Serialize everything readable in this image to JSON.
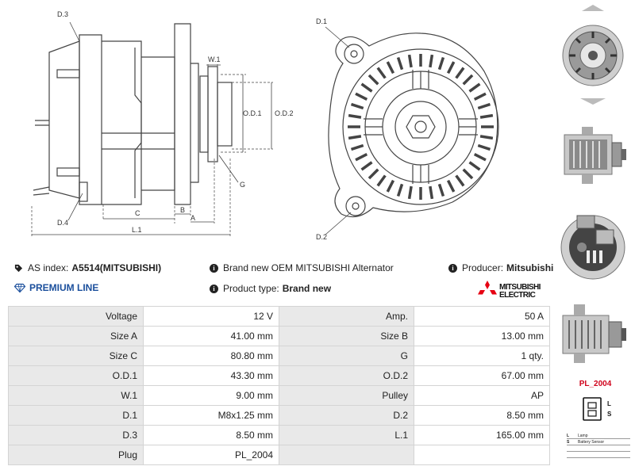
{
  "drawing": {
    "side_labels": {
      "d3": "D.3",
      "d4": "D.4",
      "w1": "W.1",
      "od1": "O.D.1",
      "od2": "O.D.2",
      "g": "G",
      "c": "C",
      "b": "B",
      "a": "A",
      "l1": "L.1"
    },
    "front_labels": {
      "d1": "D.1",
      "d2": "D.2"
    }
  },
  "info": {
    "as_index_label": "AS index:",
    "as_index_value": "A5514(MITSUBISHI)",
    "description": "Brand new OEM MITSUBISHI Alternator",
    "producer_label": "Producer:",
    "producer_value": "Mitsubishi",
    "premium_line": "PREMIUM LINE",
    "product_type_label": "Product type:",
    "product_type_value": "Brand new"
  },
  "logo": {
    "line1": "MITSUBISHI",
    "line2": "ELECTRIC",
    "color": "#e60012"
  },
  "specs": [
    [
      "Voltage",
      "12 V",
      "Amp.",
      "50 A"
    ],
    [
      "Size A",
      "41.00 mm",
      "Size B",
      "13.00 mm"
    ],
    [
      "Size C",
      "80.80 mm",
      "G",
      "1 qty."
    ],
    [
      "O.D.1",
      "43.30 mm",
      "O.D.2",
      "67.00 mm"
    ],
    [
      "W.1",
      "9.00 mm",
      "Pulley",
      "AP"
    ],
    [
      "D.1",
      "M8x1.25 mm",
      "D.2",
      "8.50 mm"
    ],
    [
      "D.3",
      "8.50 mm",
      "L.1",
      "165.00 mm"
    ],
    [
      "Plug",
      "PL_2004",
      "",
      ""
    ]
  ],
  "plug": {
    "label": "PL_2004",
    "pin_l": "L",
    "pin_s": "S",
    "legend": [
      {
        "key": "L",
        "desc": "Lamp"
      },
      {
        "key": "S",
        "desc": "Battery Sensor"
      }
    ]
  },
  "colors": {
    "premium_blue": "#1b4f9c",
    "plug_red": "#d0021b"
  }
}
